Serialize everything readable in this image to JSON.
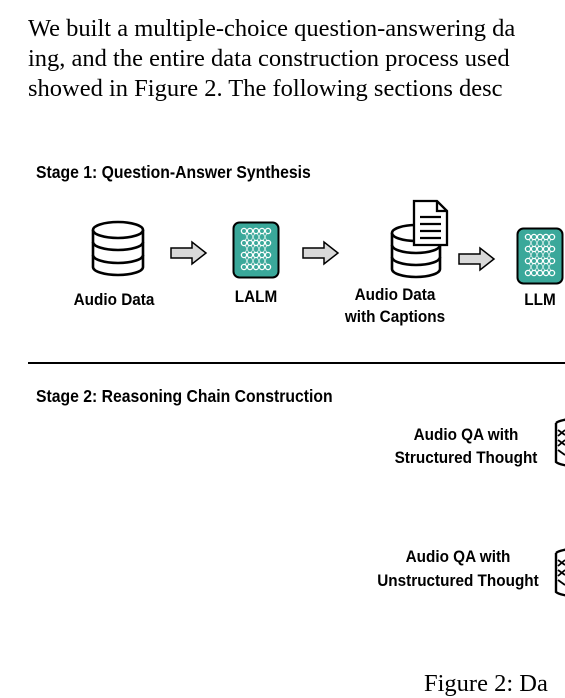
{
  "paragraph": {
    "line1": "We built a multiple-choice question-answering da",
    "line2": "ing, and the entire data construction process used",
    "line3": "showed in Figure 2. The following sections desc"
  },
  "figure": {
    "stage1": {
      "title": "Stage 1: Question-Answer Synthesis",
      "audio_data_label": "Audio Data",
      "lalm_label": "LALM",
      "captions_label_line1": "Audio Data",
      "captions_label_line2": "with Captions",
      "llm_label": "LLM"
    },
    "stage2": {
      "title": "Stage 2: Reasoning Chain Construction",
      "structured_line1": "Audio QA with",
      "structured_line2": "Structured Thought",
      "unstructured_line1": "Audio QA with",
      "unstructured_line2": "Unstructured Thought"
    },
    "caption": "Figure 2: Da",
    "colors": {
      "network_fill": "#3aa89a",
      "arrow_fill": "#d9d9d9"
    }
  }
}
